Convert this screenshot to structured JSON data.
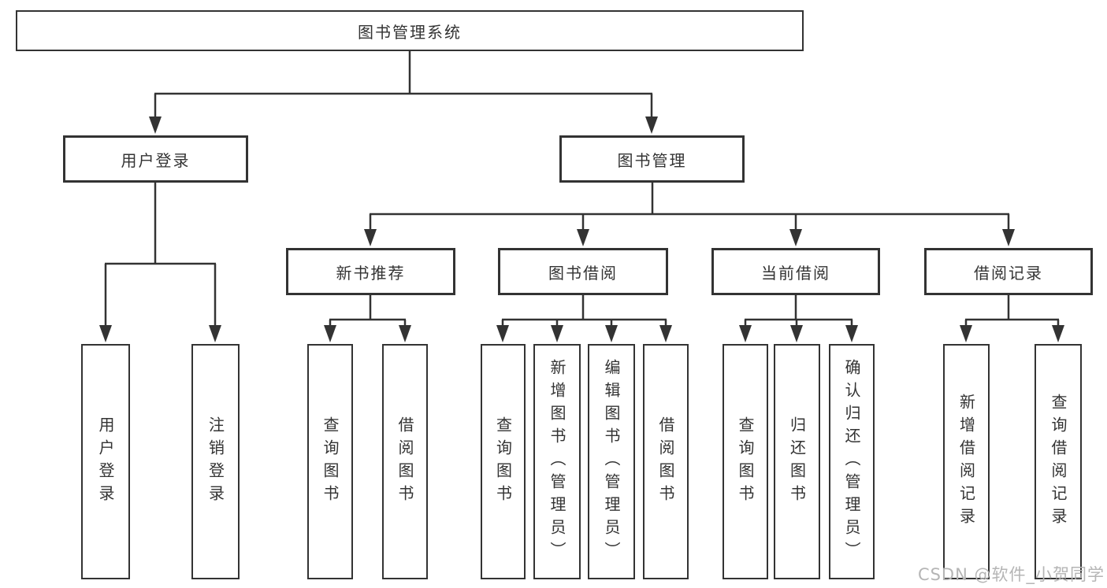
{
  "tree": {
    "label": "图书管理系统",
    "children": [
      {
        "label": "用户登录",
        "children": [
          {
            "label": "用户登录"
          },
          {
            "label": "注销登录"
          }
        ]
      },
      {
        "label": "图书管理",
        "children": [
          {
            "label": "新书推荐",
            "children": [
              {
                "label": "查询图书"
              },
              {
                "label": "借阅图书"
              }
            ]
          },
          {
            "label": "图书借阅",
            "children": [
              {
                "label": "查询图书"
              },
              {
                "label": "新增图书（管理员）"
              },
              {
                "label": "编辑图书（管理员）"
              },
              {
                "label": "借阅图书"
              }
            ]
          },
          {
            "label": "当前借阅",
            "children": [
              {
                "label": "查询图书"
              },
              {
                "label": "归还图书"
              },
              {
                "label": "确认归还（管理员）"
              }
            ]
          },
          {
            "label": "借阅记录",
            "children": [
              {
                "label": "新增借阅记录"
              },
              {
                "label": "查询借阅记录"
              }
            ]
          }
        ]
      }
    ]
  },
  "watermark": {
    "text": "CSDN @软件_小贺同学"
  },
  "colors": {
    "line": "#333333",
    "text": "#333333",
    "box_background": "#ffffff",
    "watermark": "#b5b5b5",
    "background": "#ffffff"
  }
}
